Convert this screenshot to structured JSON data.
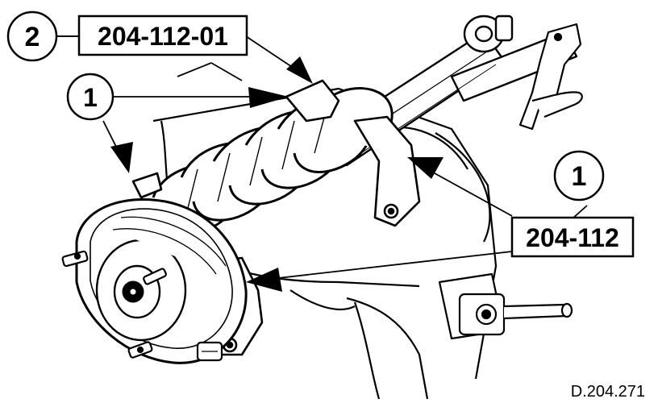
{
  "callouts": [
    {
      "number": "2"
    },
    {
      "number": "1"
    },
    {
      "number": "1"
    }
  ],
  "tool_labels": {
    "upper": "204-112-01",
    "right": "204-112"
  },
  "figure_ref": "D.204.271",
  "colors": {
    "ink": "#000000",
    "paper": "#ffffff"
  }
}
